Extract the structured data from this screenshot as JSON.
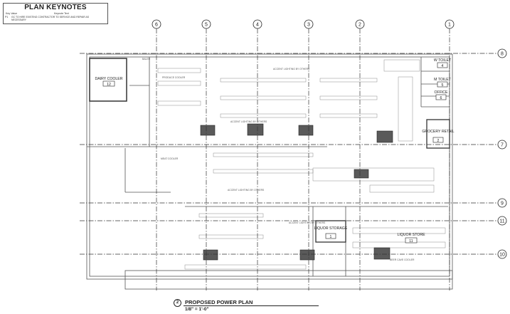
{
  "keynotes": {
    "title": "PLAN KEYNOTES",
    "header_key": "Key Value",
    "header_text": "Keynote Text",
    "key": "P1",
    "text": "GC TO HIRE EXISTING CONTRACTOR TO SERVICE AND REPAIR AS NECESSARY"
  },
  "grid": {
    "columns": [
      "6",
      "5",
      "4",
      "3",
      "2",
      "1"
    ],
    "rows": [
      "8",
      "7",
      "9",
      "11",
      "10"
    ]
  },
  "rooms": [
    {
      "name": "DAIRY COOLER",
      "number": "12"
    },
    {
      "name": "W TOILET",
      "number": "4"
    },
    {
      "name": "M TOILET",
      "number": "5"
    },
    {
      "name": "OFFICE",
      "number": "6"
    },
    {
      "name": "GROCERY RETAIL",
      "number": "2"
    },
    {
      "name": "LIQUOR STORAGE",
      "number": "1"
    },
    {
      "name": "LIQUOR STORE",
      "number": "11"
    }
  ],
  "area_labels": {
    "baler": "BALER",
    "produce": "PRODUCE COOLER",
    "meat": "MEAT COOLER",
    "beer": "BEER CAVE COOLER"
  },
  "lighting_note": "ACCENT LIGHTING BY OTHERS",
  "drawing": {
    "number": "2",
    "title": "PROPOSED POWER PLAN",
    "scale": "1/8\" = 1'-0\""
  },
  "colors": {
    "line": "#555555",
    "grid": "#333333",
    "equipment": "#5a5a5a"
  }
}
